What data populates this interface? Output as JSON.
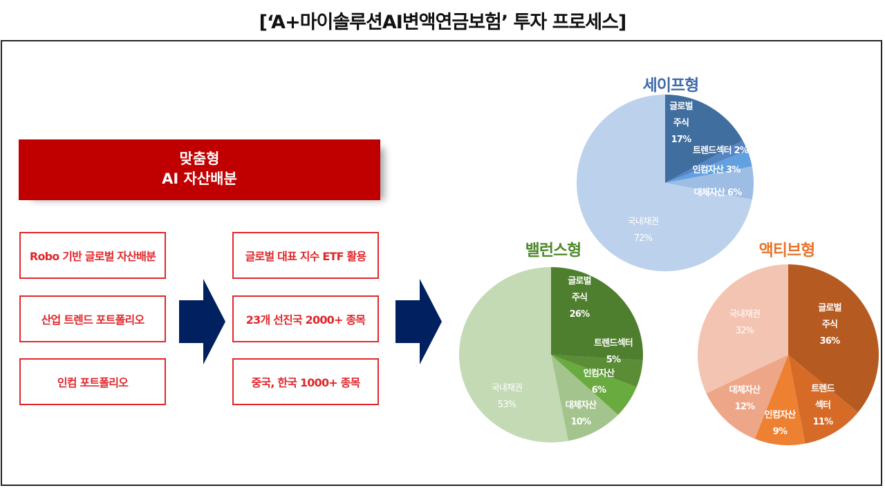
{
  "title": "[‘A+마이솔루션AI변액연금보험’ 투자 프로세스]",
  "banner": {
    "line1": "맞춤형",
    "line2": "AI 자산배분"
  },
  "left_boxes": [
    "Robo 기반 글로벌 자산배분",
    "산업 트렌드 포트폴리오",
    "인컴 포트폴리오"
  ],
  "middle_boxes": [
    "글로벌 대표 지수 ETF 활용",
    "23개 선진국 2000+ 종목",
    "중국, 한국 1000+ 종목"
  ],
  "arrow_color": "#002060",
  "chart_data": [
    {
      "type": "pie",
      "title": "세이프형",
      "title_color": "#3f6aa8",
      "categories": [
        "글로벌 주식",
        "트렌드섹터",
        "인컴자산",
        "대체자산",
        "국내채권"
      ],
      "values": [
        17,
        2,
        3,
        6,
        72
      ],
      "colors": [
        "#406e9e",
        "#5585c4",
        "#62a0e0",
        "#9dbde4",
        "#bcd1eb"
      ],
      "labels": {
        "global": [
          "글로벌",
          "주식",
          "17%"
        ],
        "trend": "트렌드섹터 2%",
        "income": "인컴자산 3%",
        "alt": "대체자산 6%",
        "domestic": [
          "국내채권",
          "72%"
        ]
      }
    },
    {
      "type": "pie",
      "title": "밸런스형",
      "title_color": "#4e8a2c",
      "categories": [
        "글로벌 주식",
        "트렌드섹터",
        "인컴자산",
        "대체자산",
        "국내채권"
      ],
      "values": [
        26,
        5,
        6,
        10,
        53
      ],
      "colors": [
        "#4e7f2e",
        "#5a8d35",
        "#6aab40",
        "#a3c48d",
        "#c3dab5"
      ],
      "labels": {
        "global": [
          "글로벌",
          "주식",
          "26%"
        ],
        "trend": [
          "트렌드섹터",
          "5%"
        ],
        "income": [
          "인컴자산",
          "6%"
        ],
        "alt": [
          "대체자산",
          "10%"
        ],
        "domestic": [
          "국내채권",
          "53%"
        ]
      }
    },
    {
      "type": "pie",
      "title": "액티브형",
      "title_color": "#e8742c",
      "categories": [
        "글로벌 주식",
        "트렌드 섹터",
        "인컴자산",
        "대체자산",
        "국내채권"
      ],
      "values": [
        36,
        11,
        9,
        12,
        32
      ],
      "colors": [
        "#b55b22",
        "#d66b28",
        "#ee8032",
        "#eea688",
        "#f4c4b2"
      ],
      "labels": {
        "global": [
          "글로벌",
          "주식",
          "36%"
        ],
        "trend": [
          "트렌드",
          "섹터",
          "11%"
        ],
        "income": [
          "인컴자산",
          "9%"
        ],
        "alt": [
          "대체자산",
          "12%"
        ],
        "domestic": [
          "국내채권",
          "32%"
        ]
      }
    }
  ]
}
